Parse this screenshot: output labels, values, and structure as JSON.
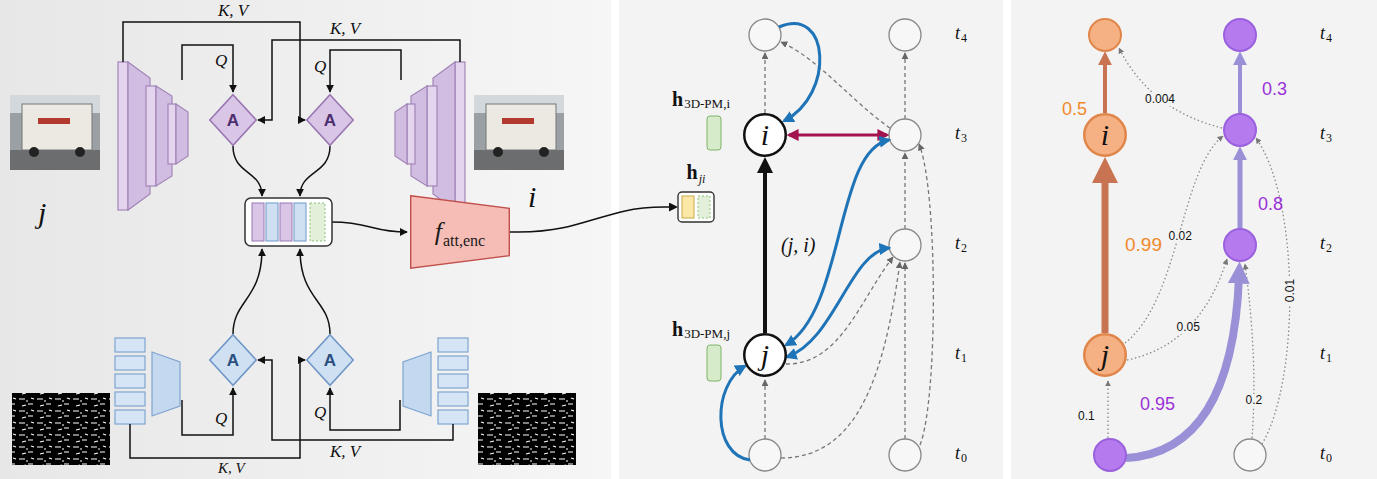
{
  "diagram": {
    "nodes": [
      {
        "text": [
          "A"
        ]
      },
      {
        "text": [
          "A"
        ]
      },
      {
        "text": [
          "f",
          "att,enc"
        ]
      },
      {
        "text": [
          "A"
        ]
      },
      {
        "text": [
          "A"
        ]
      },
      {
        "text": [
          "h",
          "ji"
        ]
      },
      {
        "text": [
          "i"
        ]
      },
      {
        "text": [
          "j"
        ]
      },
      {
        "text": [
          "i"
        ]
      },
      {
        "text": [
          "j"
        ]
      }
    ],
    "edges": [
      {
        "from": 2,
        "to": 5,
        "arrow": "to"
      },
      {
        "from": 7,
        "to": 6,
        "arrow": "to",
        "label": "(j, i)"
      },
      {
        "from": 9,
        "to": 8,
        "arrow": "to",
        "label": "0.99"
      }
    ],
    "labels": [
      "K, V",
      "K, V",
      "Q",
      "Q",
      "j",
      "i",
      "Q",
      "Q",
      "K, V",
      "K, V",
      "h",
      "3D-PM,i",
      "h",
      "3D-PM,j",
      "t",
      "4",
      "t",
      "3",
      "t",
      "2",
      "t",
      "1",
      "t",
      "0",
      "0.5",
      "0.3",
      "0.004",
      "0.02",
      "0.8",
      "0.05",
      "0.01",
      "0.1",
      "0.95",
      "0.2",
      "t",
      "4",
      "t",
      "3",
      "t",
      "2",
      "t",
      "1",
      "t",
      "0"
    ]
  }
}
